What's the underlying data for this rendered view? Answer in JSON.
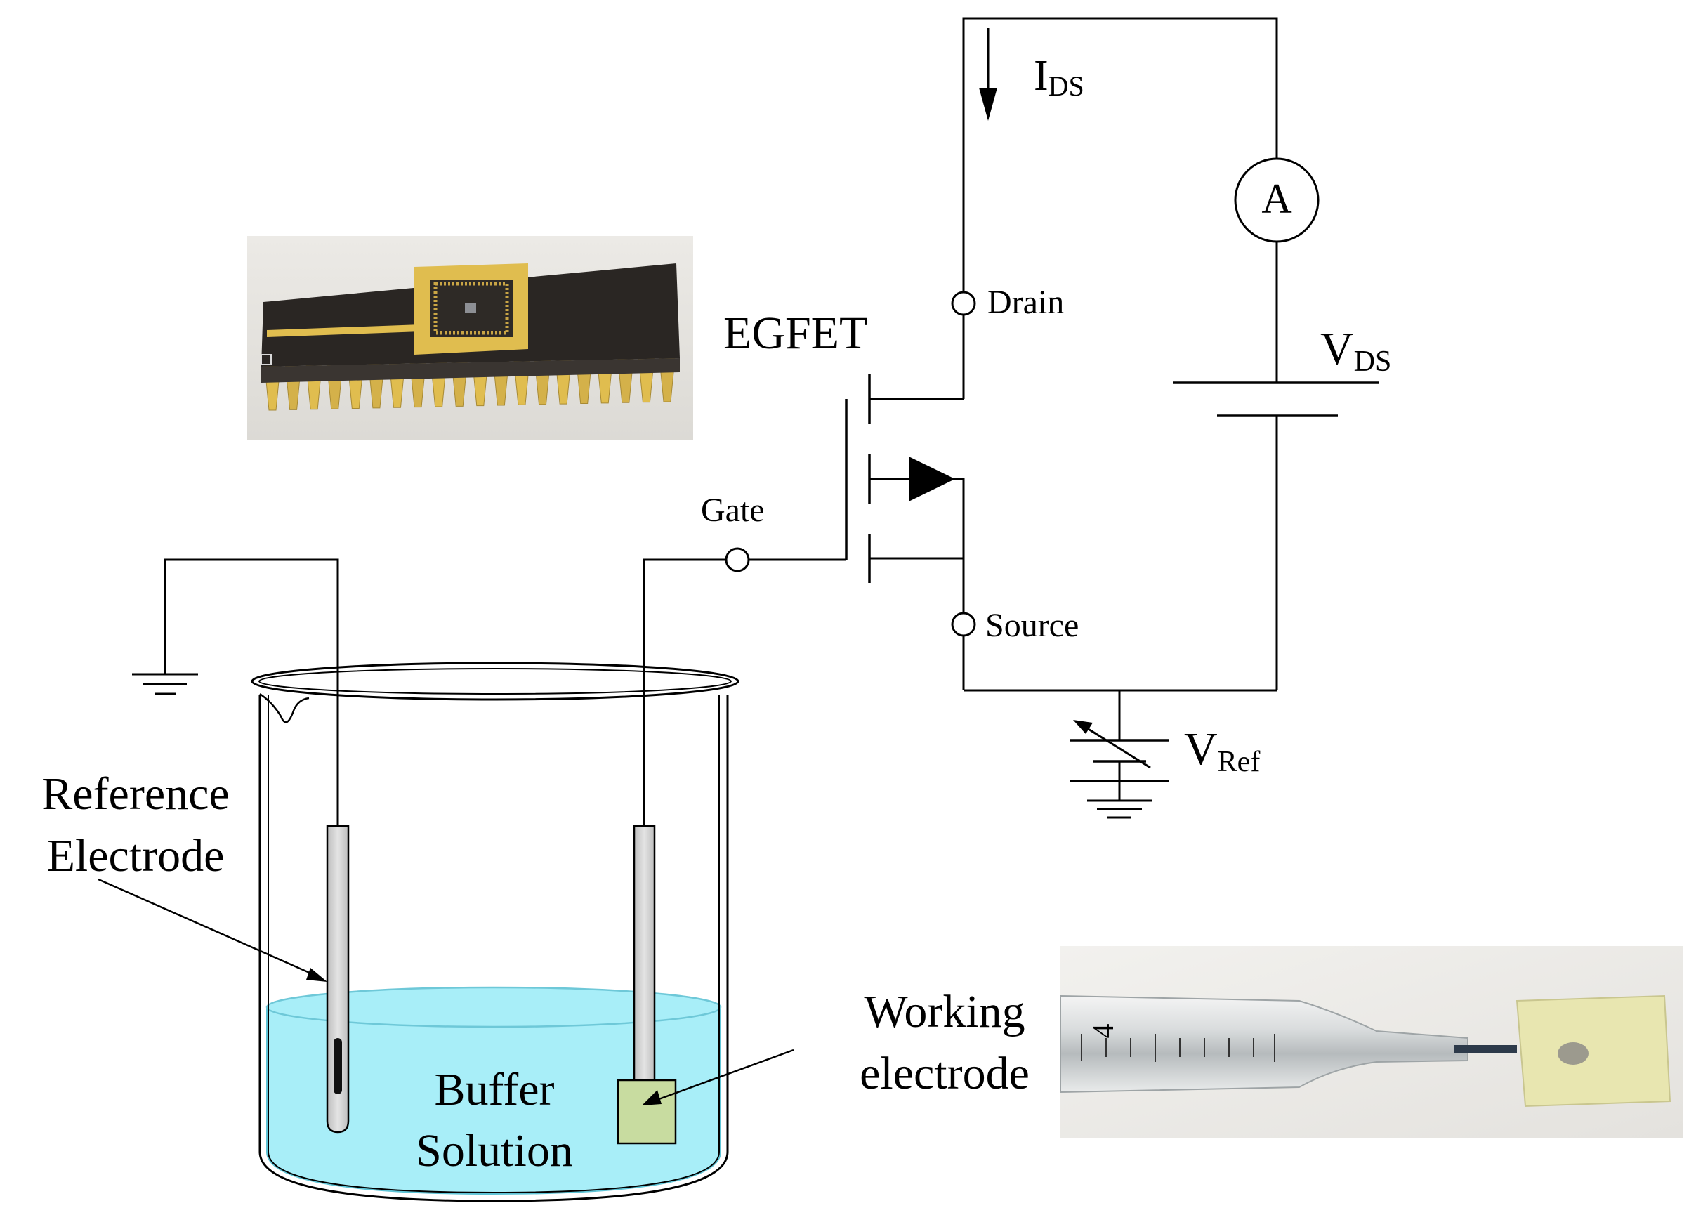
{
  "labels": {
    "ids_main": "I",
    "ids_sub": "DS",
    "ammeter": "A",
    "drain": "Drain",
    "vds_main": "V",
    "vds_sub": "DS",
    "egfet": "EGFET",
    "gate": "Gate",
    "source": "Source",
    "vref_main": "V",
    "vref_sub": "Ref",
    "reference_line1": "Reference",
    "reference_line2": "Electrode",
    "buffer_line1": "Buffer",
    "buffer_line2": "Solution",
    "working_line1": "Working",
    "working_line2": "electrode"
  },
  "photo_chip": {
    "pin_count": 20
  },
  "photo_electrode": {
    "scale_mark": "4"
  },
  "colors": {
    "buffer_solution": "#a8eef8",
    "buffer_solution_edge": "#7fd6e6",
    "working_electrode_pad": "#c8dca0",
    "chip_body": "#2a2623",
    "chip_gold": "#e0bd4f",
    "wire": "#000000"
  }
}
